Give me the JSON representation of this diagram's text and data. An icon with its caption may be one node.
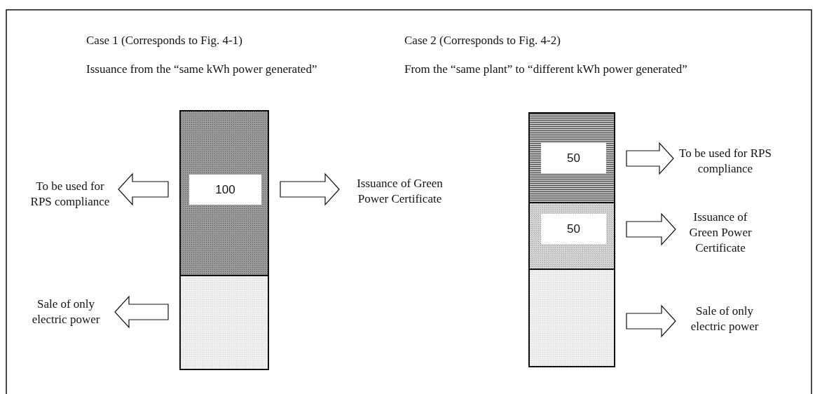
{
  "diagram": {
    "nodes": [
      {
        "text": [],
        "shape": "bar"
      },
      {
        "text": [
          "100"
        ],
        "in": 0
      },
      {
        "text": [],
        "shape": "bar"
      },
      {
        "text": [
          "To be used for RPS compliance"
        ]
      },
      {
        "text": [
          "Issuance of Green Power Certificate"
        ]
      },
      {
        "text": [
          "Sale of only electric power"
        ]
      },
      {
        "text": [],
        "shape": "bar"
      },
      {
        "text": [
          "50"
        ],
        "in": 6
      },
      {
        "text": [],
        "shape": "bar"
      },
      {
        "text": [
          "50"
        ],
        "in": 8
      },
      {
        "text": [],
        "shape": "bar"
      },
      {
        "text": [
          "To be used for RPS compliance"
        ]
      },
      {
        "text": [
          "Issuance of Green Power Certificate"
        ]
      },
      {
        "text": [
          "Sale of only electric power"
        ]
      }
    ],
    "edges": [
      {
        "from": 0,
        "to": 3,
        "arrow": "to"
      },
      {
        "from": 0,
        "to": 4,
        "arrow": "to"
      },
      {
        "from": 2,
        "to": 5,
        "arrow": "to"
      },
      {
        "from": 6,
        "to": 11,
        "arrow": "to"
      },
      {
        "from": 8,
        "to": 12,
        "arrow": "to"
      },
      {
        "from": 10,
        "to": 13,
        "arrow": "to"
      }
    ],
    "labels": [
      "Case 1 (Corresponds to Fig. 4-1)",
      "Case 2 (Corresponds to Fig. 4-2)",
      "Issuance from the “same kWh power generated”",
      "From the “same plant” to “different kWh power generated”"
    ]
  }
}
